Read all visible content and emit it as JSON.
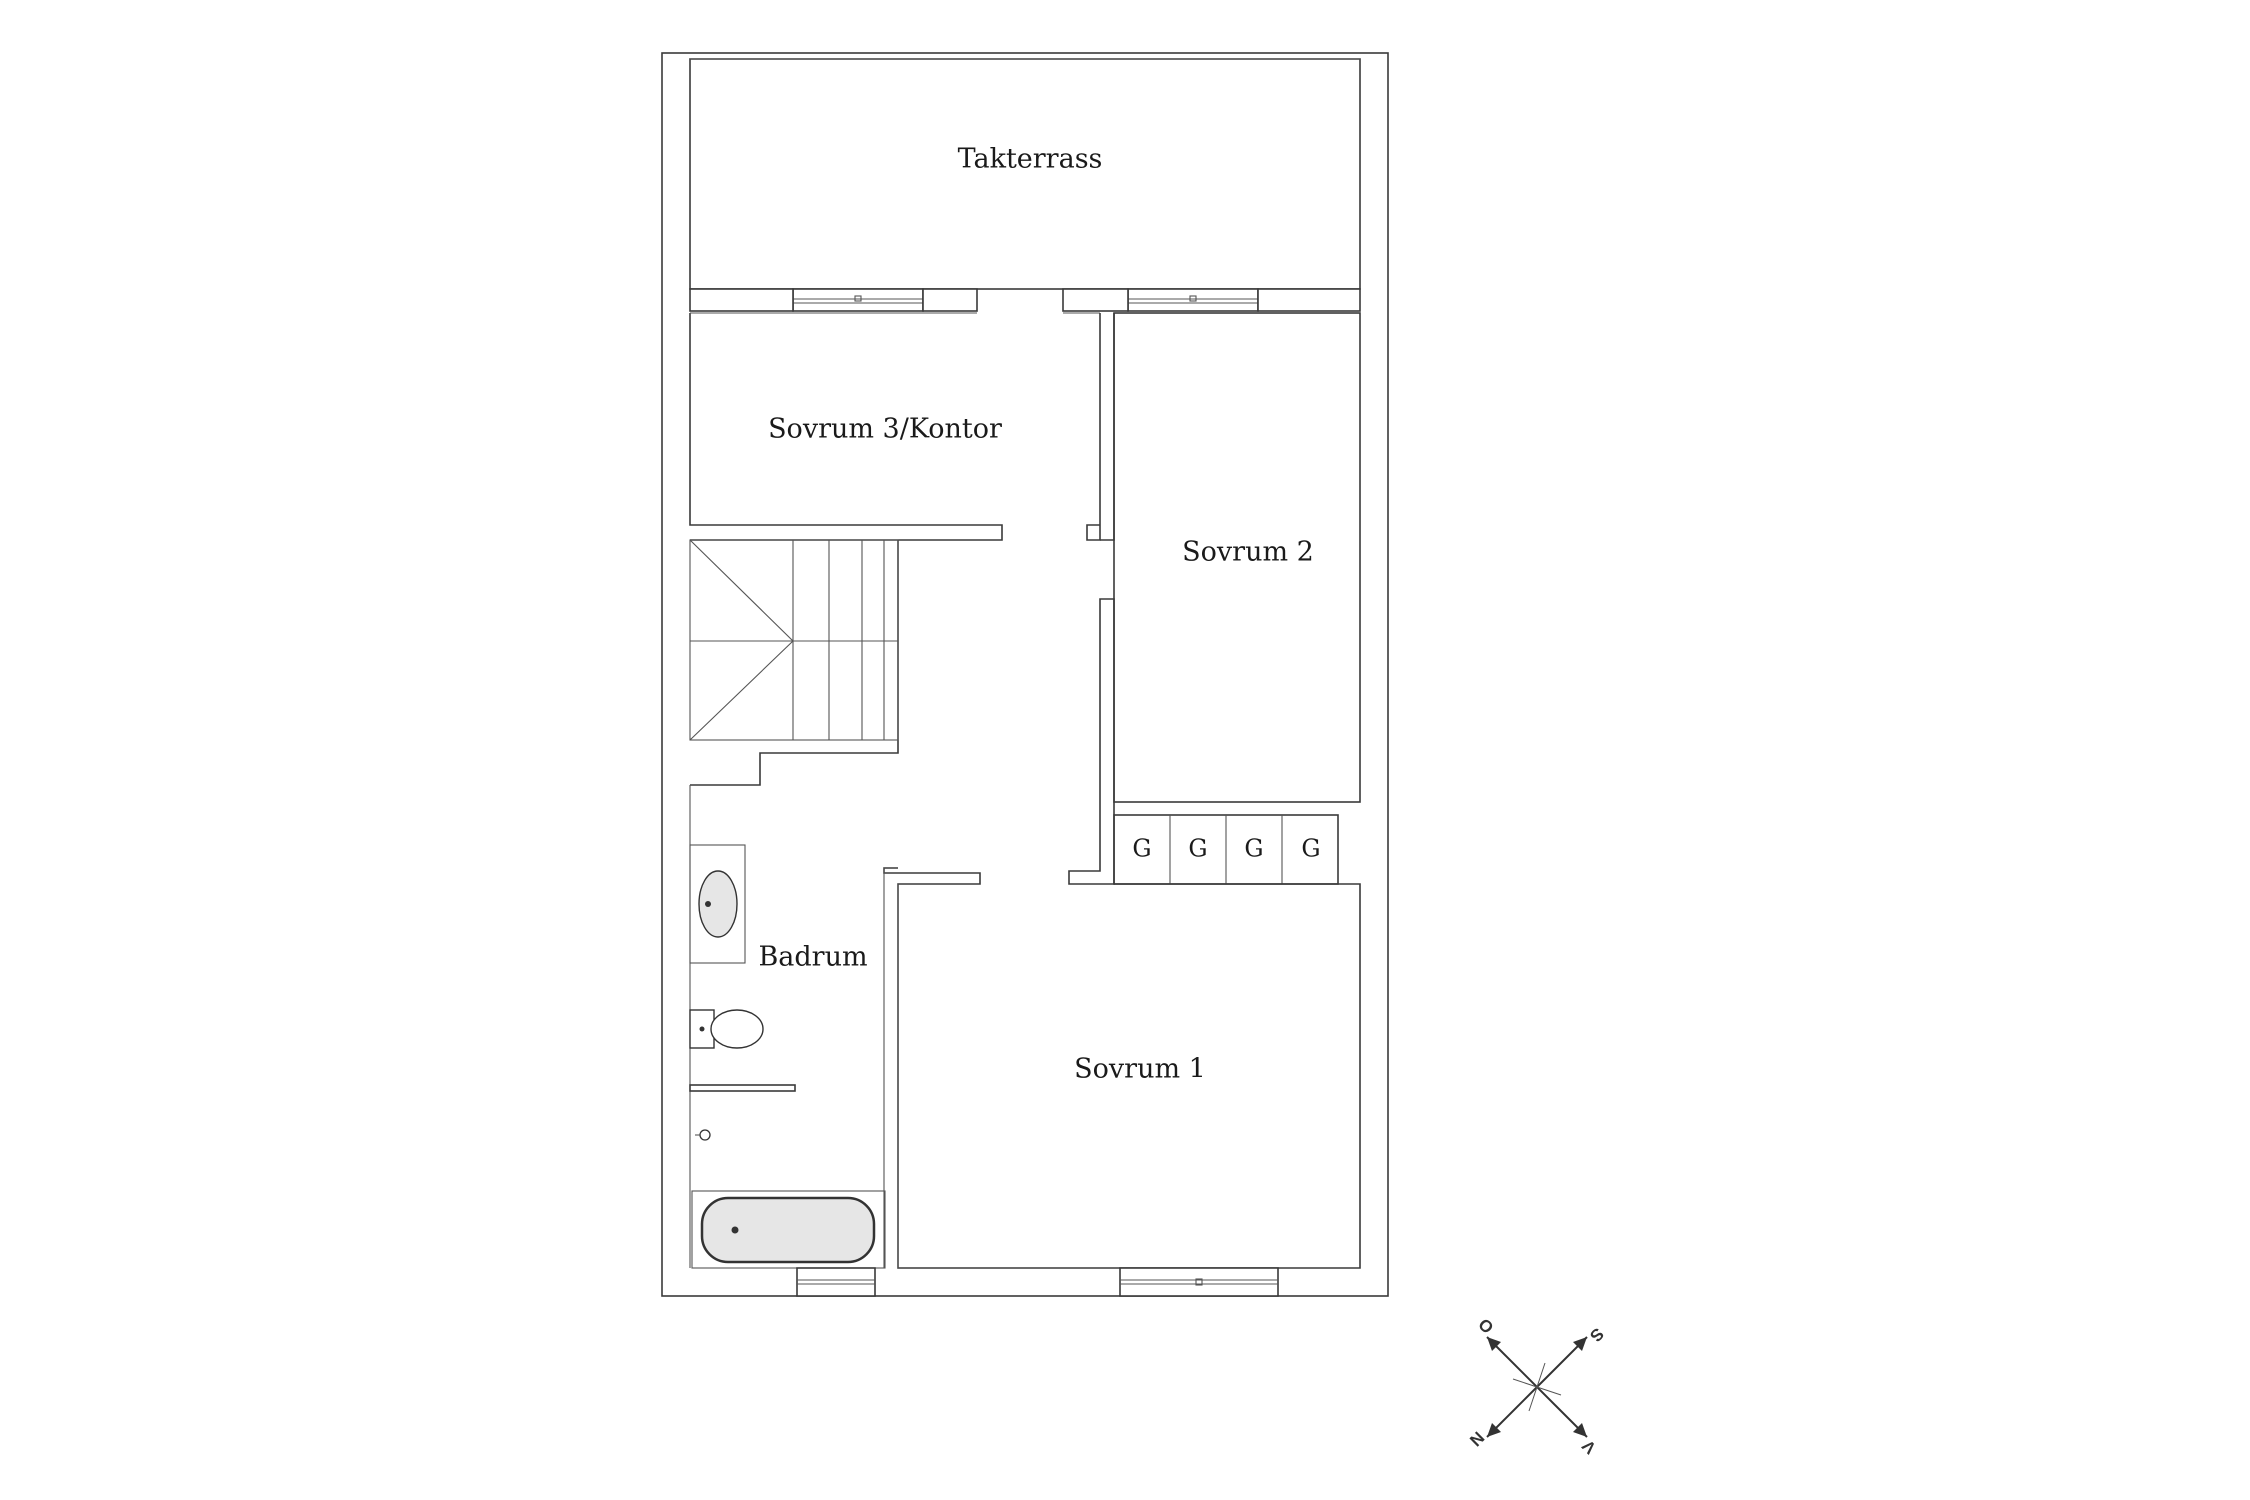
{
  "rooms": {
    "takterrass": "Takterrass",
    "sovrum3": "Sovrum 3/Kontor",
    "sovrum2": "Sovrum 2",
    "badrum": "Badrum",
    "sovrum1": "Sovrum 1"
  },
  "closets": [
    "G",
    "G",
    "G",
    "G"
  ],
  "compass": {
    "n": "N",
    "s": "S",
    "o": "O",
    "v": "V"
  },
  "colors": {
    "line": "#3a3a3a",
    "background": "#ffffff",
    "fixture": "#e6e6e6"
  }
}
